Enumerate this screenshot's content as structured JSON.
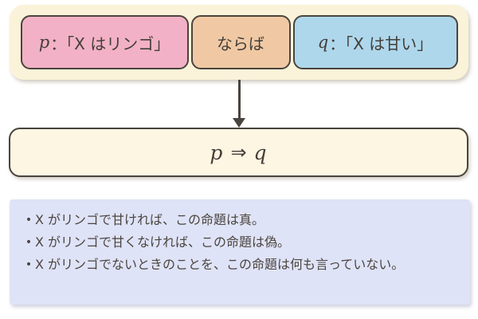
{
  "top_row": {
    "p_pill": {
      "symbol": "p",
      "text": "：「X はリンゴ」"
    },
    "connector_pill": {
      "text": "ならば"
    },
    "q_pill": {
      "symbol": "q",
      "text": "：「X は甘い」"
    }
  },
  "result_box": {
    "lhs": "p",
    "operator": "⇒",
    "rhs": "q"
  },
  "notes": {
    "bullet": "•",
    "items": [
      "X がリンゴで甘ければ、この命題は真。",
      "X がリンゴで甘くなければ、この命題は偽。",
      "X がリンゴでないときのことを、この命題は何も言っていない。"
    ]
  },
  "colors": {
    "p-pill-bg": "#f2b1c6",
    "connector-pill-bg": "#f0c9a4",
    "q-pill-bg": "#aed7ec",
    "top-container-bg": "#faf3d9",
    "result-box-bg": "#fcf6e3",
    "notes-bg": "#dfe3f7",
    "border-dark": "#4a443e",
    "text-dark": "#443e38"
  }
}
